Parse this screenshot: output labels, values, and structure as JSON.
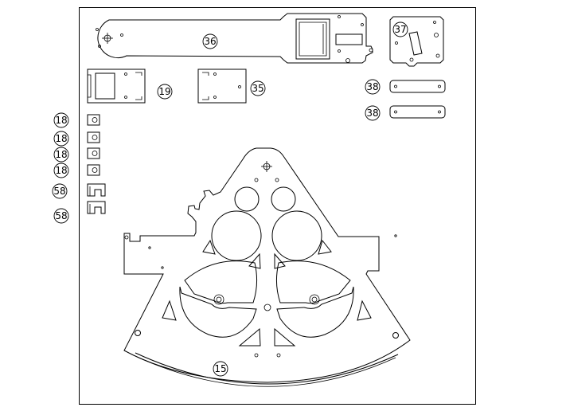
{
  "drawing": {
    "callouts": {
      "c36": "36",
      "c37": "37",
      "c19": "19",
      "c35": "35",
      "c38a": "38",
      "c38b": "38",
      "c18a": "18",
      "c18b": "18",
      "c18c": "18",
      "c18d": "18",
      "c58a": "58",
      "c58b": "58",
      "c15": "15"
    },
    "line_color": "#000000",
    "background_color": "#ffffff"
  }
}
